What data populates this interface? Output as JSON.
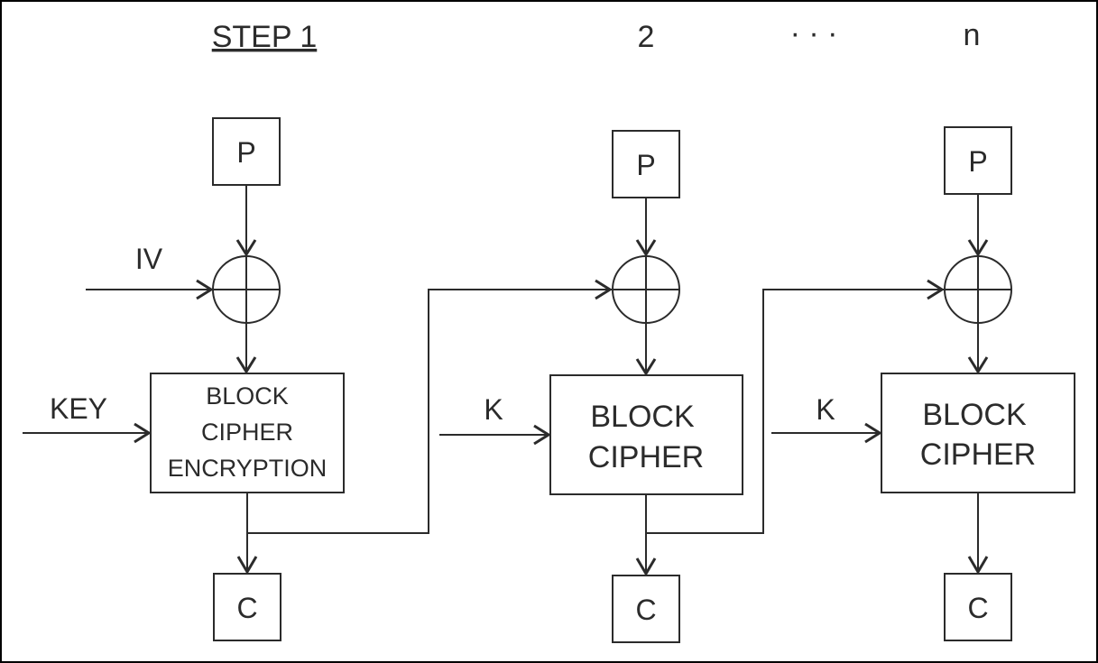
{
  "headers": {
    "step1": "STEP 1",
    "step2": "2",
    "ellipsis": "· · ·",
    "stepn": "n"
  },
  "stages": [
    {
      "plaintext": "P",
      "ciphertext": "C",
      "cipher_lines": [
        "BLOCK",
        "CIPHER",
        "ENCRYPTION"
      ],
      "xor_input_label": "IV",
      "key_label": "KEY"
    },
    {
      "plaintext": "P",
      "ciphertext": "C",
      "cipher_lines": [
        "BLOCK",
        "CIPHER"
      ],
      "key_label": "K"
    },
    {
      "plaintext": "P",
      "ciphertext": "C",
      "cipher_lines": [
        "BLOCK",
        "CIPHER"
      ],
      "key_label": "K"
    }
  ],
  "colors": {
    "stroke": "#2b2b2b",
    "frame": "#000000",
    "background": "#ffffff"
  }
}
